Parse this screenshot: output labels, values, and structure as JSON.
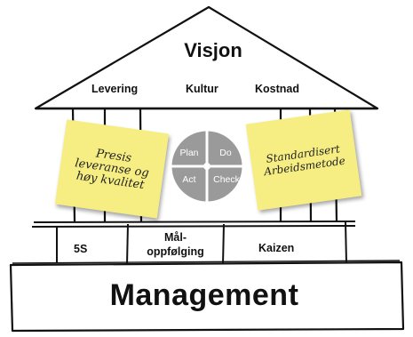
{
  "title": "Visjon",
  "pillars": {
    "left": "Levering",
    "center": "Kultur",
    "right": "Kostnad"
  },
  "notes": {
    "left": "Presis leveranse og høy kvalitet",
    "right": "Standardisert Arbeidsmetode"
  },
  "pdca": {
    "plan": "Plan",
    "do": "Do",
    "act": "Act",
    "check": "Check"
  },
  "foundation": {
    "left": "5S",
    "center": "Mål-oppfølging",
    "right": "Kaizen"
  },
  "base": "Management",
  "colors": {
    "note": "#f6ee82",
    "pdca": "#9a9a9a",
    "outline": "#111111"
  }
}
